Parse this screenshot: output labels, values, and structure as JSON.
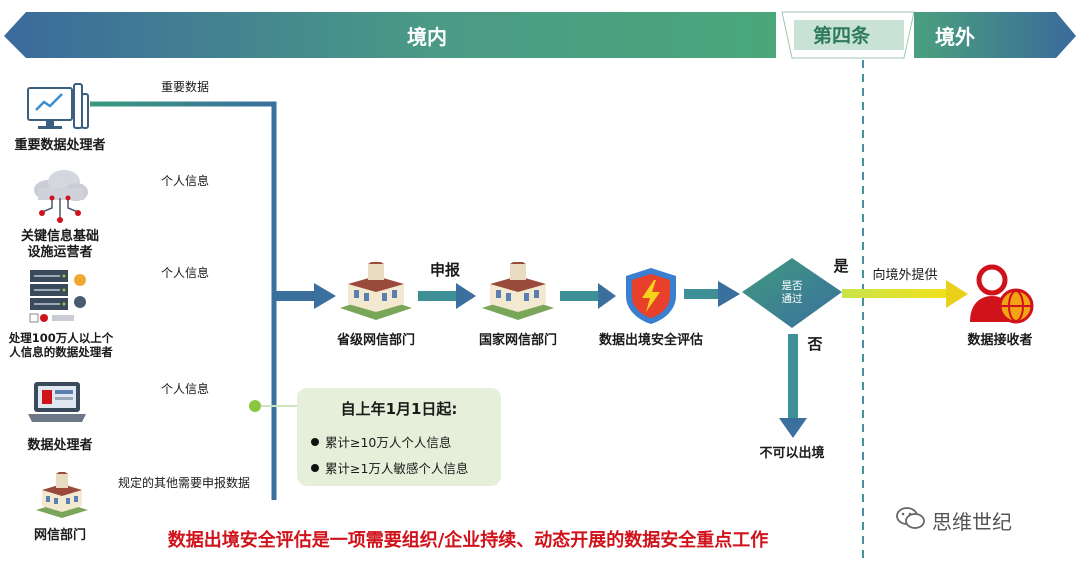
{
  "header": {
    "domestic": "境内",
    "article": "第四条",
    "overseas": "境外"
  },
  "sources": [
    {
      "name": "重要数据处理者",
      "icon": "monitor-chart-icon",
      "flow_label": "重要数据"
    },
    {
      "name_line1": "关键信息基础",
      "name_line2": "设施运营者",
      "icon": "cloud-network-icon",
      "flow_label": "个人信息"
    },
    {
      "name_line1": "处理100万人以上个",
      "name_line2": "人信息的数据处理者",
      "icon": "server-rack-icon",
      "flow_label": "个人信息"
    },
    {
      "name": "数据处理者",
      "icon": "laptop-icon",
      "flow_label": "个人信息"
    },
    {
      "name": "网信部门",
      "icon": "government-building-icon",
      "flow_label": "规定的其他需要申报数据"
    }
  ],
  "process": {
    "provincial": "省级网信部门",
    "report_label": "申报",
    "national": "国家网信部门",
    "assessment": "数据出境安全评估",
    "decision_line1": "是否",
    "decision_line2": "通过",
    "yes": "是",
    "no": "否",
    "not_allowed": "不可以出境",
    "provide_label": "向境外提供",
    "receiver": "数据接收者"
  },
  "callout": {
    "title": "自上年1月1日起:",
    "items": [
      "累计≥10万人个人信息",
      "累计≥1万人敏感个人信息"
    ]
  },
  "footer": "数据出境安全评估是一项需要组织/企业持续、动态开展的数据安全重点工作",
  "watermark": "思维世纪",
  "colors": {
    "teal": "#3e8f8f",
    "blue": "#3b6f9e",
    "green": "#4aa07a",
    "yellow": "#e8e21c",
    "red": "#d0121b"
  }
}
